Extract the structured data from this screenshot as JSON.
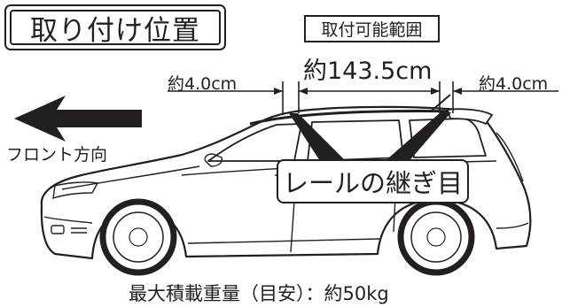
{
  "title": "取り付け位置",
  "range_label": "取付可能範囲",
  "center_dimension": "約143.5cm",
  "left_offset": "約4.0cm",
  "right_offset": "約4.0cm",
  "direction_label": "フロント方向",
  "rail_joint_label": "レールの継ぎ目",
  "max_load_label": "最大積載重量（目安）：約50kg",
  "colors": {
    "ink": "#231f20",
    "background": "#ffffff"
  },
  "icons": {
    "direction_arrow": "left-arrow-icon",
    "vehicle": "station-wagon-illustration"
  }
}
